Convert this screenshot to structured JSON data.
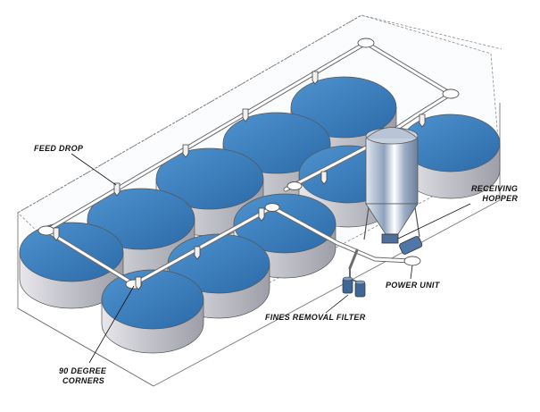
{
  "labels": {
    "feed_drop": "FEED DROP",
    "receiving_hopper_line1": "RECEIVING",
    "receiving_hopper_line2": "HOPPER",
    "power_unit": "POWER UNIT",
    "fines_removal_filter": "FINES REMOVAL FILTER",
    "corners_line1": "90 DEGREE",
    "corners_line2": "CORNERS"
  },
  "colors": {
    "water_blue": "#3a7dbb",
    "tank_side": "#c9c9cf",
    "building_outline": "#888888",
    "pipe": "#ffffff",
    "silo": "#aab6c8"
  }
}
